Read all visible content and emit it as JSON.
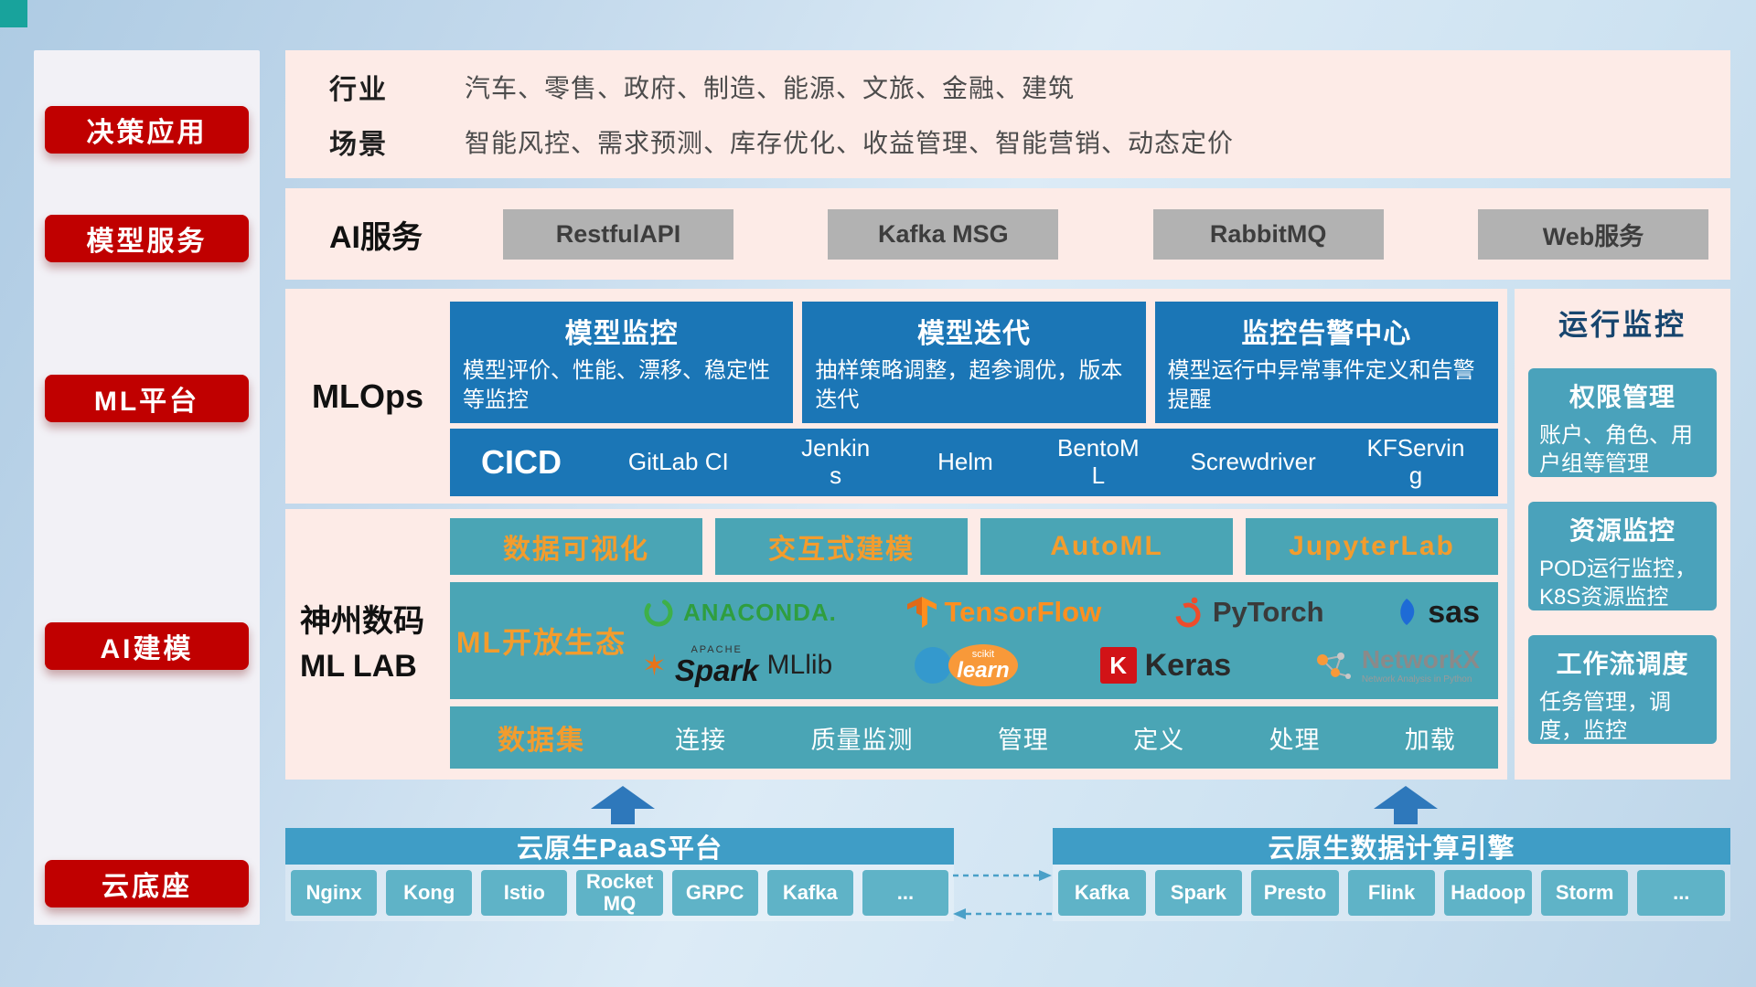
{
  "sidebar": {
    "items": [
      {
        "label": "决策应用"
      },
      {
        "label": "模型服务"
      },
      {
        "label": "ML平台"
      },
      {
        "label": "AI建模"
      },
      {
        "label": "云底座"
      }
    ]
  },
  "industry": {
    "rows": [
      {
        "label": "行业",
        "text": "汽车、零售、政府、制造、能源、文旅、金融、建筑"
      },
      {
        "label": "场景",
        "text": "智能风控、需求预测、库存优化、收益管理、智能营销、动态定价"
      }
    ]
  },
  "ai_service": {
    "label": "AI服务",
    "buttons": [
      "RestfulAPI",
      "Kafka MSG",
      "RabbitMQ",
      "Web服务"
    ]
  },
  "mlops": {
    "label": "MLOps",
    "cards": [
      {
        "title": "模型监控",
        "desc": "模型评价、性能、漂移、稳定性等监控"
      },
      {
        "title": "模型迭代",
        "desc": "抽样策略调整，超参调优，版本迭代"
      },
      {
        "title": "监控告警中心",
        "desc": "模型运行中异常事件定义和告警提醒"
      }
    ],
    "cicd_label": "CICD",
    "cicd_items": [
      "GitLab CI",
      "Jenkins",
      "Helm",
      "BentoML",
      "Screwdriver",
      "KFServing"
    ]
  },
  "mllab": {
    "label_line1": "神州数码",
    "label_line2": "ML LAB",
    "tools": [
      "数据可视化",
      "交互式建模",
      "AutoML",
      "JupyterLab"
    ],
    "eco_label": "ML开放生态",
    "logos": {
      "anaconda": {
        "label": "ANACONDA."
      },
      "tensorflow": {
        "label": "TensorFlow"
      },
      "pytorch": {
        "label": "PyTorch"
      },
      "sas": {
        "label": "sas"
      },
      "spark": {
        "apache": "APACHE",
        "label": "Spark"
      },
      "mllib": {
        "label": "MLlib"
      },
      "sklearn": {
        "top": "scikit",
        "label": "learn"
      },
      "keras": {
        "letter": "K",
        "label": "Keras"
      },
      "networkx": {
        "label": "NetworkX",
        "sub": "Network Analysis in Python"
      }
    },
    "data_label": "数据集",
    "data_items": [
      "连接",
      "质量监测",
      "管理",
      "定义",
      "处理",
      "加载"
    ]
  },
  "monitor": {
    "title": "运行监控",
    "cards": [
      {
        "title": "权限管理",
        "desc": "账户、角色、用户组等管理"
      },
      {
        "title": "资源监控",
        "desc": "POD运行监控，K8S资源监控"
      },
      {
        "title": "工作流调度",
        "desc": "任务管理，调度，监控"
      }
    ]
  },
  "cloud": {
    "paas_title": "云原生PaaS平台",
    "paas_items": [
      "Nginx",
      "Kong",
      "Istio",
      "RocketMQ",
      "GRPC",
      "Kafka",
      "..."
    ],
    "engine_title": "云原生数据计算引擎",
    "engine_items": [
      "Kafka",
      "Spark",
      "Presto",
      "Flink",
      "Hadoop",
      "Storm",
      "..."
    ]
  },
  "colors": {
    "accent_red": "#c00000",
    "panel_pink": "#fdebe7",
    "card_blue": "#1b76b6",
    "teal": "#4aa5b5",
    "orange_text": "#f39c2d",
    "gray_button": "#b2b2b2",
    "header_teal": "#3f9dc6",
    "chip_teal": "#5fb3c7",
    "arrow_blue": "#2e78bb"
  }
}
